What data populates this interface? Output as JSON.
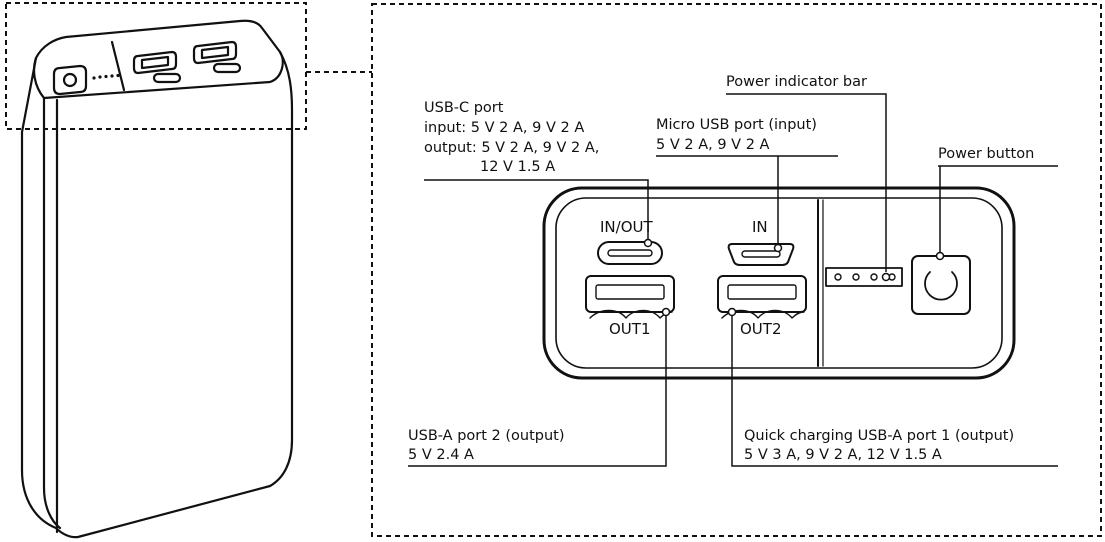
{
  "labels": {
    "usbc": {
      "title": "USB-C port",
      "input": "input: 5 V 2 A, 9 V 2 A",
      "output": "output: 5 V 2 A, 9 V 2 A,",
      "output2": "12 V 1.5 A"
    },
    "micro": {
      "title": "Micro USB port (input)",
      "spec": "5 V 2 A, 9 V 2 A"
    },
    "indicator": "Power indicator bar",
    "power_button": "Power button",
    "usba2": {
      "title": "USB-A port 2 (output)",
      "spec": "5 V 2.4 A"
    },
    "quick": {
      "title": "Quick charging USB-A port 1 (output)",
      "spec": "5 V 3 A, 9 V 2 A, 12 V 1.5 A"
    }
  },
  "port_labels": {
    "in_out": "IN/OUT",
    "in": "IN",
    "out1": "OUT1",
    "out2": "OUT2"
  },
  "colors": {
    "stroke": "#111111",
    "background": "#ffffff"
  },
  "icons": [
    "power-icon",
    "indicator-dot"
  ]
}
